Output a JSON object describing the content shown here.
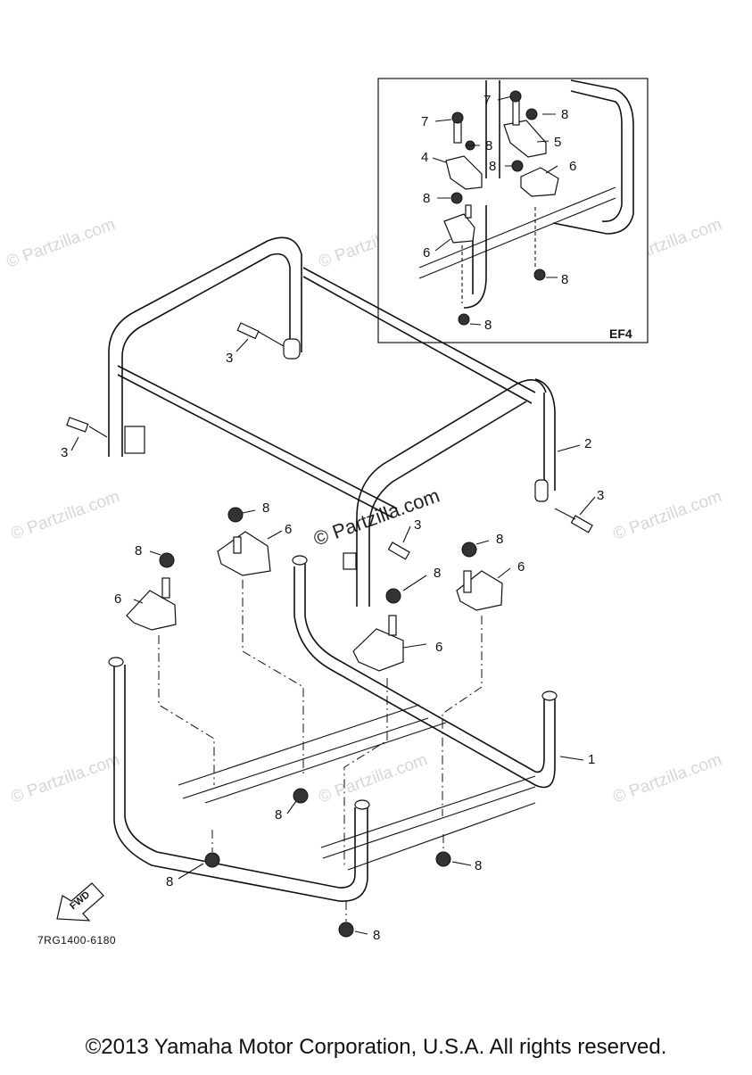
{
  "watermark": {
    "text": "© Partzilla.com"
  },
  "callouts": {
    "c1": "1",
    "c2": "2",
    "c3": "3",
    "c4": "4",
    "c5": "5",
    "c6": "6",
    "c7": "7",
    "c8": "8"
  },
  "inset": {
    "tag": "EF4"
  },
  "diagram_code": "7RG1400-6180",
  "fwd_label": "FWD",
  "footer": {
    "copyright": "©2013 Yamaha Motor Corporation, U.S.A. All rights reserved."
  }
}
